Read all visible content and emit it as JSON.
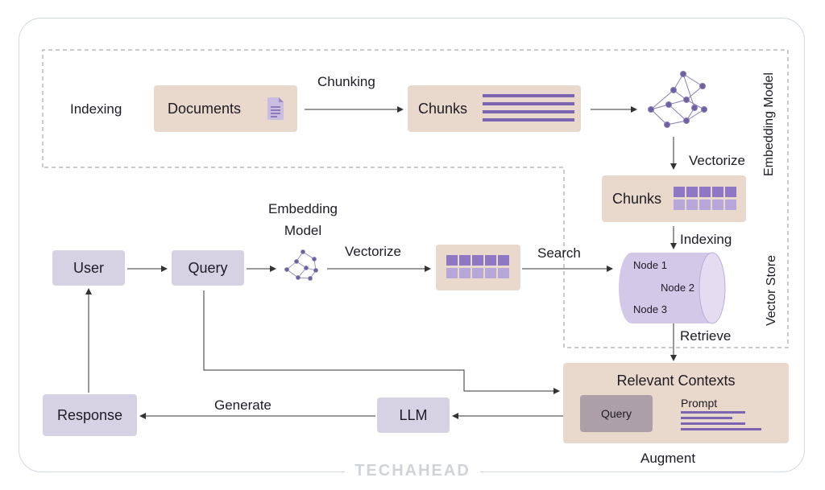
{
  "sections": {
    "indexing_label": "Indexing",
    "embedding_model_vertical": "Embedding Model",
    "vector_store_vertical": "Vector Store"
  },
  "nodes": {
    "documents": "Documents",
    "chunks_top": "Chunks",
    "chunks_vector": "Chunks",
    "user": "User",
    "query": "Query",
    "relevant_contexts": "Relevant Contexts",
    "inner_query": "Query",
    "prompt": "Prompt",
    "llm": "LLM",
    "response": "Response"
  },
  "edges": {
    "chunking": "Chunking",
    "vectorize_top": "Vectorize",
    "indexing_down": "Indexing",
    "embedding_model_line1": "Embedding",
    "embedding_model_line2": "Model",
    "vectorize_mid": "Vectorize",
    "search": "Search",
    "retrieve": "Retrieve",
    "generate": "Generate",
    "augment": "Augment"
  },
  "vector_store": {
    "node1": "Node 1",
    "node2": "Node 2",
    "node3": "Node 3"
  },
  "brand": "TECHAHEAD",
  "colors": {
    "tan_box": "#e9d8cc",
    "lavender_box": "#d6d2e3",
    "purple_accent": "#7b65b3",
    "cylinder": "#d2c8e8",
    "line": "#333333"
  },
  "icons": [
    "document-icon",
    "chunk-lines-icon",
    "network-graph-icon",
    "vector-grid-icon",
    "database-cylinder-icon"
  ]
}
